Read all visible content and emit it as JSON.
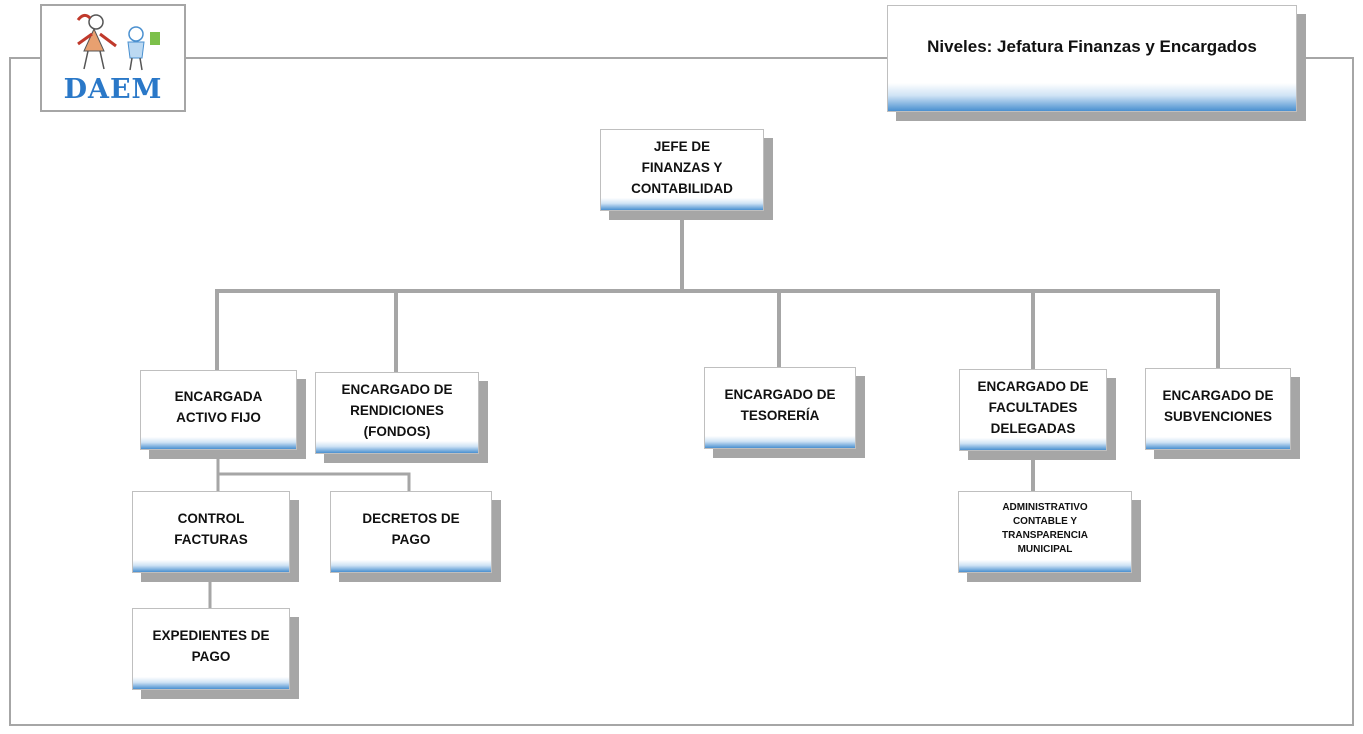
{
  "logo": {
    "text": "DAEM"
  },
  "title": "Niveles: Jefatura Finanzas  y Encargados",
  "nodes": {
    "jefe": "JEFE DE\nFINANZAS  Y\nCONTABILIDAD",
    "activo_fijo": "ENCARGADA\nACTIVO FIJO",
    "rendiciones": "ENCARGADO DE\nRENDICIONES\n(FONDOS)",
    "tesoreria": "ENCARGADO DE\nTESORERÍA",
    "facultades": "ENCARGADO DE\nFACULTADES\nDELEGADAS",
    "subvenciones": "ENCARGADO DE\nSUBVENCIONES",
    "control_facturas": "CONTROL\nFACTURAS",
    "decretos_pago": "DECRETOS DE\nPAGO",
    "expedientes_pago": "EXPEDIENTES DE\nPAGO",
    "administrativo": "ADMINISTRATIVO\nCONTABLE Y\nTRANSPARENCIA\nMUNICIPAL"
  },
  "colors": {
    "line": "#a6a6a6",
    "shadow": "#a6a6a6",
    "accent": "#4a90d0",
    "logo": "#2a78c8"
  }
}
